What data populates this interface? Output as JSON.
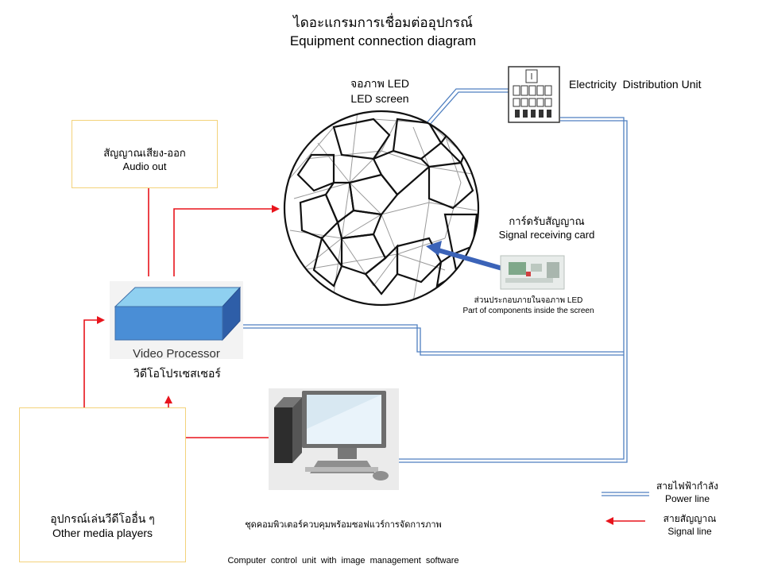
{
  "title": {
    "thai": "ไดอะแกรมการเชื่อมต่ออุปกรณ์",
    "english": "Equipment connection diagram"
  },
  "led_screen": {
    "thai": "จอภาพ LED",
    "english": "LED screen"
  },
  "distribution_unit": {
    "english": "Electricity  Distribution Unit"
  },
  "audio_out": {
    "thai": "สัญญาณเสียง-ออก",
    "english": "Audio out"
  },
  "video_processor": {
    "box_label": "Video Processor",
    "thai": "วิดีโอโปรเซสเซอร์"
  },
  "signal_card": {
    "thai": "การ์ดรับสัญญาณ",
    "english": "Signal receiving card"
  },
  "components_note": {
    "thai": "ส่วนประกอบภายในจอภาพ LED",
    "english": "Part of components inside the screen"
  },
  "computer": {
    "thai": "ชุดคอมพิวเตอร์ควบคุมพร้อมซอฟแวร์การจัดการภาพ",
    "english": "Computer  control  unit  with  image  management  software"
  },
  "media_players": {
    "thai": "อุปกรณ์เล่นวีดีโออื่น ๆ",
    "english": "Other media players"
  },
  "legend": {
    "power_thai": "สายไฟฟ้ากำลัง",
    "power_english": "Power line",
    "signal_thai": "สายสัญญาณ",
    "signal_english": "Signal line"
  },
  "colors": {
    "signal": "#e8141c",
    "power": "#4f7fc0",
    "processor_top": "#8fd0f0",
    "processor_front": "#4a8ed6",
    "box_border": "#f3d27a"
  }
}
